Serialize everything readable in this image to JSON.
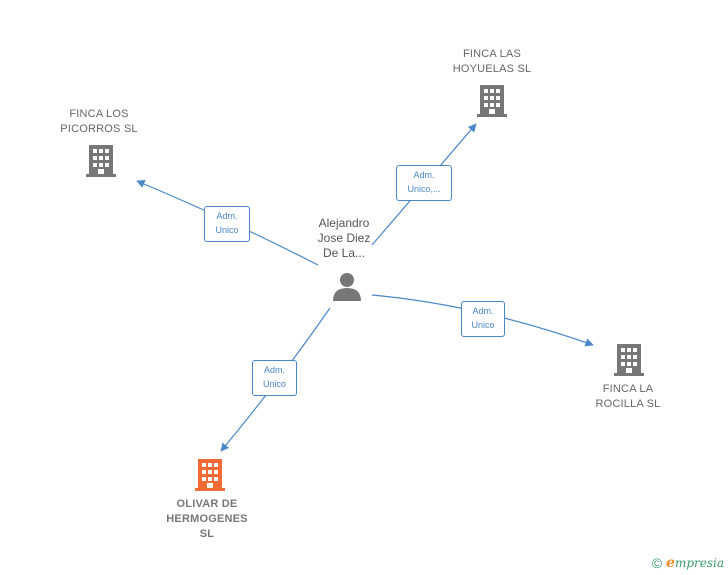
{
  "colors": {
    "edge": "#4a86c8",
    "company_icon": "#777777",
    "highlight_icon": "#f26a35",
    "person_icon": "#777777"
  },
  "nodes": {
    "person": {
      "lines": [
        "Alejandro",
        "Jose Diez",
        "De La..."
      ]
    },
    "finca_hoyuelas": {
      "lines": [
        "FINCA LAS",
        "HOYUELAS  SL"
      ]
    },
    "finca_picorros": {
      "lines": [
        "FINCA LOS",
        "PICORROS  SL"
      ]
    },
    "finca_rocilla": {
      "lines": [
        "FINCA LA",
        "ROCILLA  SL"
      ]
    },
    "olivar": {
      "lines": [
        "OLIVAR DE",
        "HERMOGENES",
        "SL"
      ]
    }
  },
  "edges": {
    "to_hoyuelas": {
      "lines": [
        "Adm.",
        "Unico,..."
      ]
    },
    "to_picorros": {
      "lines": [
        "Adm.",
        "Unico"
      ]
    },
    "to_rocilla": {
      "lines": [
        "Adm.",
        "Unico"
      ]
    },
    "to_olivar": {
      "lines": [
        "Adm.",
        "Unico"
      ]
    }
  },
  "footer": {
    "copyright_symbol": "©",
    "brand_first": "e",
    "brand_rest": "mpresia"
  }
}
